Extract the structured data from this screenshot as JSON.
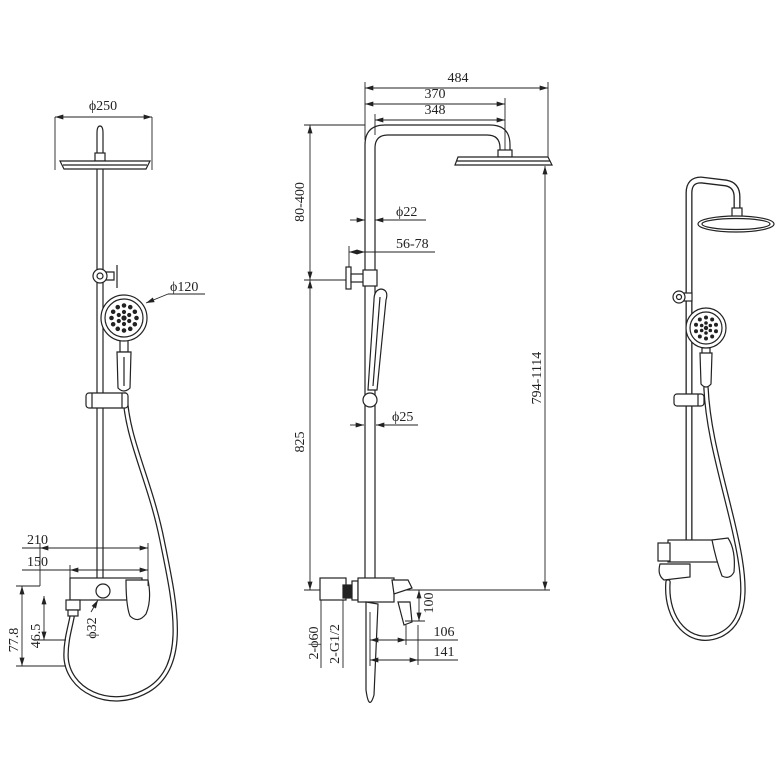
{
  "front_view": {
    "head_diameter": "ϕ250",
    "hand_shower_diameter": "ϕ120",
    "mixer_width": "210",
    "inlet_spacing": "150",
    "height_outer": "77.8",
    "height_inner": "46.5",
    "outlet_diameter": "ϕ32"
  },
  "side_view": {
    "total_projection": "484",
    "arm_length": "370",
    "arm_inner": "348",
    "height_adjust": "80-400",
    "pipe_diameter_upper": "ϕ22",
    "bracket_offset": "56-78",
    "pipe_diameter_lower": "ϕ25",
    "pipe_length": "825",
    "head_height": "794-1114",
    "mixer_height": "100",
    "depth_inner": "106",
    "depth_outer": "141",
    "flange": "2-ϕ60",
    "thread": "2-G1/2"
  },
  "colors": {
    "line": "#222222",
    "background": "#ffffff"
  }
}
